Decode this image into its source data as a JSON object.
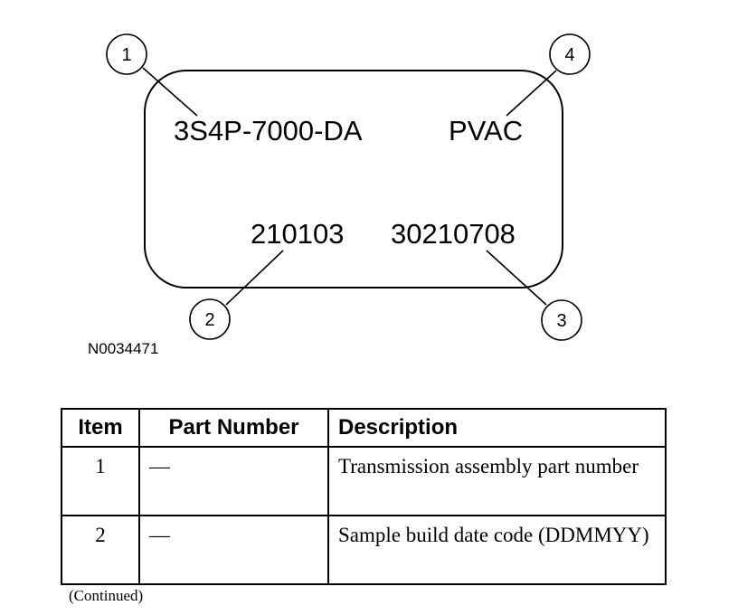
{
  "diagram": {
    "label_lines": {
      "top_left": "3S4P-7000-DA",
      "top_right": "PVAC",
      "bottom_left": "210103",
      "bottom_right": "30210708"
    },
    "callouts": [
      "1",
      "2",
      "3",
      "4"
    ],
    "figure_id": "N0034471"
  },
  "table": {
    "headers": {
      "item": "Item",
      "part_number": "Part Number",
      "description": "Description"
    },
    "rows": [
      {
        "item": "1",
        "part_number": "—",
        "description": "Transmission assembly part number"
      },
      {
        "item": "2",
        "part_number": "—",
        "description": "Sample build date code (DDMMYY)"
      }
    ]
  },
  "footer": {
    "continued": "(Continued)"
  }
}
